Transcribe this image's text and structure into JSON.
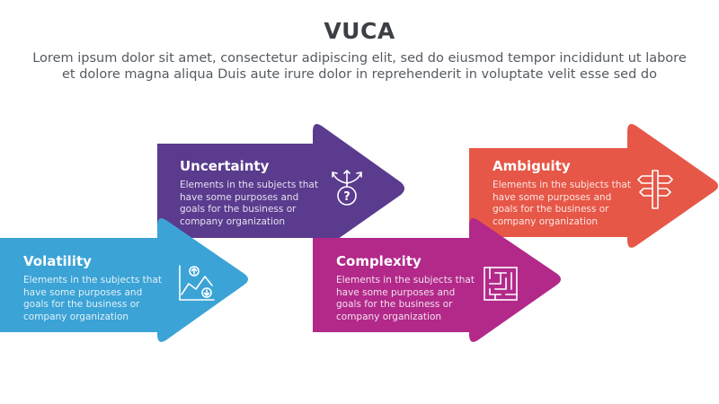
{
  "header": {
    "title": "VUCA",
    "subtitle": "Lorem ipsum dolor sit amet, consectetur adipiscing elit, sed do eiusmod tempor incididunt ut labore et dolore magna aliqua Duis aute irure dolor in reprehenderit in voluptate velit esse sed do"
  },
  "steps": [
    {
      "title": "Volatility",
      "description": "Elements in the subjects that have some purposes and goals for the business or company organization",
      "color": "#3ba3d6",
      "icon": "chart-arrows-icon"
    },
    {
      "title": "Uncertainty",
      "description": "Elements in the subjects that have some purposes and goals for the business or company organization",
      "color": "#5a3b8e",
      "icon": "question-directions-icon"
    },
    {
      "title": "Complexity",
      "description": "Elements in the subjects that have some purposes and goals for the business or company organization",
      "color": "#b2298a",
      "icon": "maze-icon"
    },
    {
      "title": "Ambiguity",
      "description": "Elements in the subjects that have some purposes and goals for the business or company organization",
      "color": "#e65747",
      "icon": "signpost-icon"
    }
  ]
}
